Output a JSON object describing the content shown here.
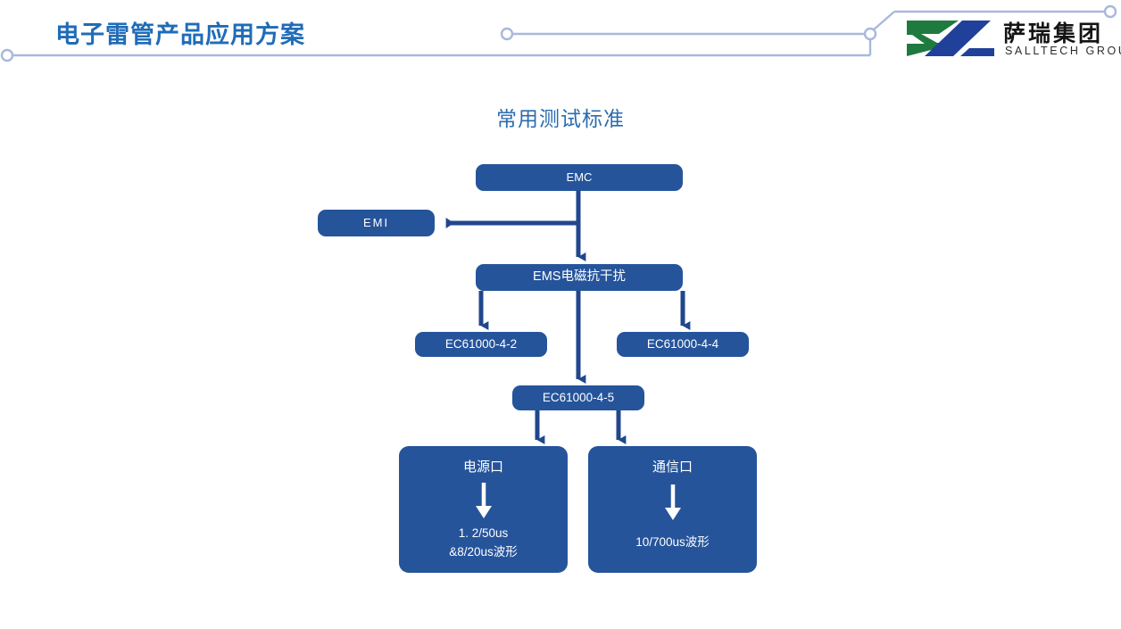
{
  "header": {
    "title": "电子雷管产品应用方案",
    "title_color": "#1f6cb8",
    "deco_color": "#a9b8db",
    "logo": {
      "name_cn": "萨瑞集团",
      "name_en": "SALLTECH GROUP",
      "mark_green": "#1f7a3f",
      "mark_blue": "#20409a"
    }
  },
  "slide": {
    "title": "常用测试标准",
    "title_color": "#2a6cb0",
    "node_fill": "#25549b",
    "connector_color": "#20478c"
  },
  "flow": {
    "nodes": [
      {
        "id": "emc",
        "label": "EMC"
      },
      {
        "id": "emi",
        "label": "EMI"
      },
      {
        "id": "ems",
        "label": "EMS电磁抗干扰"
      },
      {
        "id": "ec442",
        "label": "EC61000-4-2"
      },
      {
        "id": "ec444",
        "label": "EC61000-4-4"
      },
      {
        "id": "ec445",
        "label": "EC61000-4-5"
      }
    ],
    "cards": [
      {
        "id": "power",
        "title": "电源口",
        "line1": "1. 2/50us",
        "line2": "&8/20us波形"
      },
      {
        "id": "comm",
        "title": "通信口",
        "line1": "10/700us波形",
        "line2": ""
      }
    ]
  }
}
